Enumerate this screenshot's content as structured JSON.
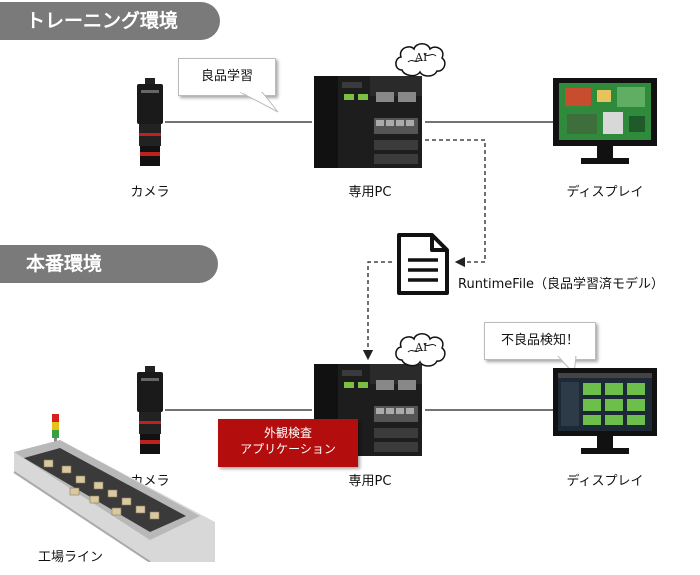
{
  "sections": {
    "training": "トレーニング環境",
    "production": "本番環境"
  },
  "training": {
    "camera_label": "カメラ",
    "pc_label": "専用PC",
    "display_label": "ディスプレイ",
    "bubble": "良品学習",
    "ai_badge": "AI"
  },
  "transfer": {
    "file_label": "RuntimeFile（良品学習済モデル）"
  },
  "production": {
    "camera_label": "カメラ",
    "pc_label": "専用PC",
    "display_label": "ディスプレイ",
    "bubble": "不良品検知！",
    "ai_badge": "AI",
    "app_line1": "外観検査",
    "app_line2": "アプリケーション",
    "factory_label": "工場ライン"
  },
  "colors": {
    "section_bg": "#7a7a7a",
    "app_box": "#b30d0d",
    "pcb_green": "#2f8a3c",
    "signal_red": "#d42020",
    "signal_yellow": "#e6c319",
    "signal_green": "#38a043"
  }
}
